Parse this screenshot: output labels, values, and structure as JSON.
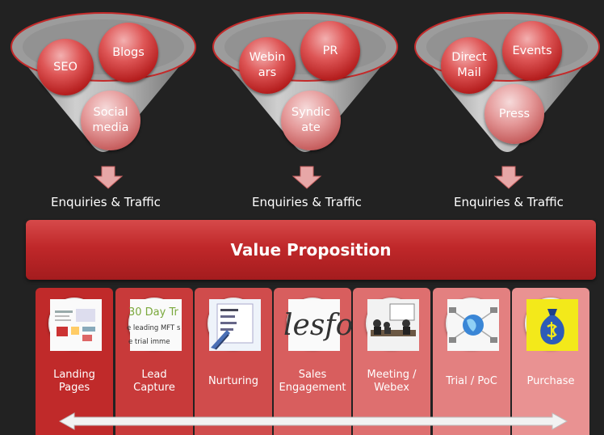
{
  "funnels": [
    {
      "balls": [
        "SEO",
        "Blogs",
        "Social\nmedia"
      ],
      "output": "Enquiries & Traffic"
    },
    {
      "balls": [
        "Webin\nars",
        "PR",
        "Syndic\nate"
      ],
      "output": "Enquiries & Traffic"
    },
    {
      "balls": [
        "Direct\nMail",
        "Events",
        "Press"
      ],
      "output": "Enquiries & Traffic"
    }
  ],
  "value_proposition": "Value Proposition",
  "stages": [
    {
      "label": "Landing\nPages",
      "icon": "landing-pages-thumbnail-icon",
      "color": "#c02a2a"
    },
    {
      "label": "Lead\nCapture",
      "icon": "lead-capture-thumbnail-icon",
      "color": "#c83a3a"
    },
    {
      "label": "Nurturing",
      "icon": "email-inbox-icon",
      "color": "#d04c4c"
    },
    {
      "label": "Sales\nEngagement",
      "icon": "salesforce-logo-icon",
      "color": "#d85e5e"
    },
    {
      "label": "Meeting /\nWebex",
      "icon": "meeting-room-icon",
      "color": "#de6f6f"
    },
    {
      "label": "Trial / PoC",
      "icon": "globe-network-icon",
      "color": "#e38080"
    },
    {
      "label": "Purchase",
      "icon": "money-bag-icon",
      "color": "#e99292"
    }
  ],
  "thumb_text": {
    "lead_capture_line1": "30 Day Tr",
    "lead_capture_line2": "e leading MFT s",
    "lead_capture_line3": "e trial imme",
    "sales_engagement": "lesfo"
  }
}
